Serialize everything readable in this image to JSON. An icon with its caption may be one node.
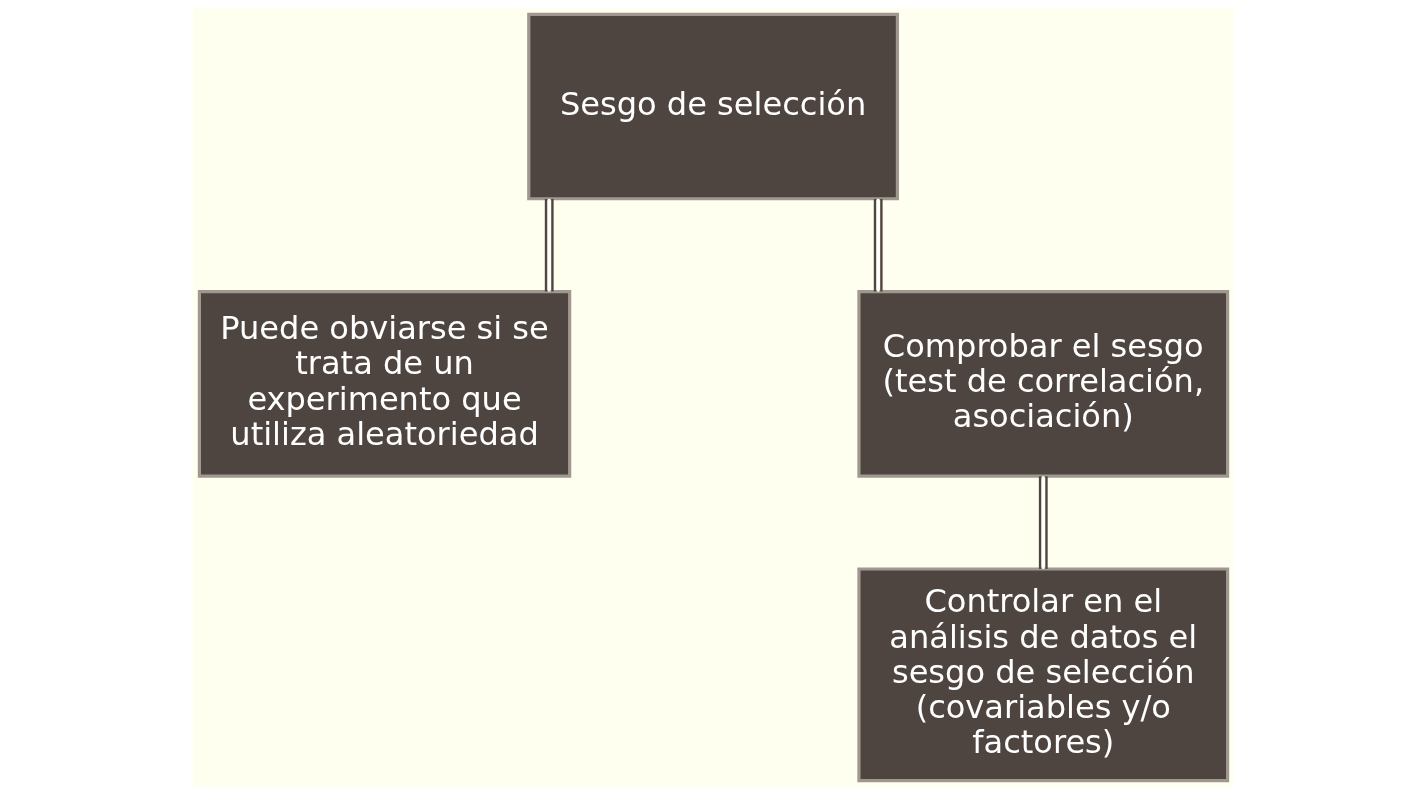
{
  "diagram": {
    "nodes": [
      {
        "text": [
          "Sesgo de selección"
        ]
      },
      {
        "text": [
          "Puede obviarse si se trata de un experimento que utiliza aleatoriedad"
        ]
      },
      {
        "text": [
          "Comprobar el sesgo (test de correlación, asociación)"
        ]
      },
      {
        "text": [
          "Controlar en el análisis de datos el sesgo de selección (covariables y/o factores)"
        ]
      }
    ],
    "edges": [
      {
        "from": 0,
        "to": 1,
        "arrow": "none"
      },
      {
        "from": 0,
        "to": 2,
        "arrow": "none"
      },
      {
        "from": 2,
        "to": 3,
        "arrow": "none"
      }
    ]
  }
}
